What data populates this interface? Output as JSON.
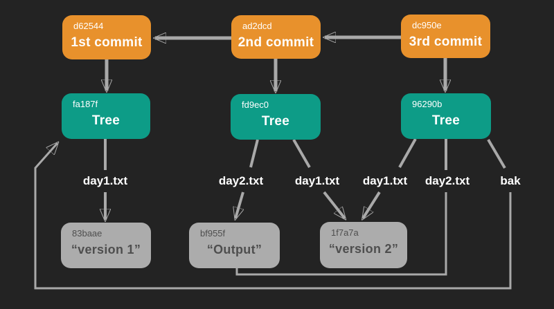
{
  "diagram_kind": "git-object-graph",
  "colors": {
    "background": "#232323",
    "commit": "#E8912C",
    "tree": "#0D9C87",
    "blob": "#ACACAC",
    "edge": "#A9A9A9",
    "text_light": "#FFFFFF",
    "text_dark": "#4E4E4E"
  },
  "nodes": {
    "commit1": {
      "hash": "d62544",
      "label": "1st commit"
    },
    "commit2": {
      "hash": "ad2dcd",
      "label": "2nd commit"
    },
    "commit3": {
      "hash": "dc950e",
      "label": "3rd commit"
    },
    "tree1": {
      "hash": "fa187f",
      "label": "Tree"
    },
    "tree2": {
      "hash": "fd9ec0",
      "label": "Tree"
    },
    "tree3": {
      "hash": "96290b",
      "label": "Tree"
    },
    "blob1": {
      "hash": "83baae",
      "label": "“version 1”"
    },
    "blob2": {
      "hash": "bf955f",
      "label": "“Output”"
    },
    "blob3": {
      "hash": "1f7a7a",
      "label": "“version 2”"
    }
  },
  "edge_labels": {
    "tree1_day1": "day1.txt",
    "tree2_day2": "day2.txt",
    "tree2_day1": "day1.txt",
    "tree3_day1": "day1.txt",
    "tree3_day2": "day2.txt",
    "tree3_bak": "bak"
  }
}
